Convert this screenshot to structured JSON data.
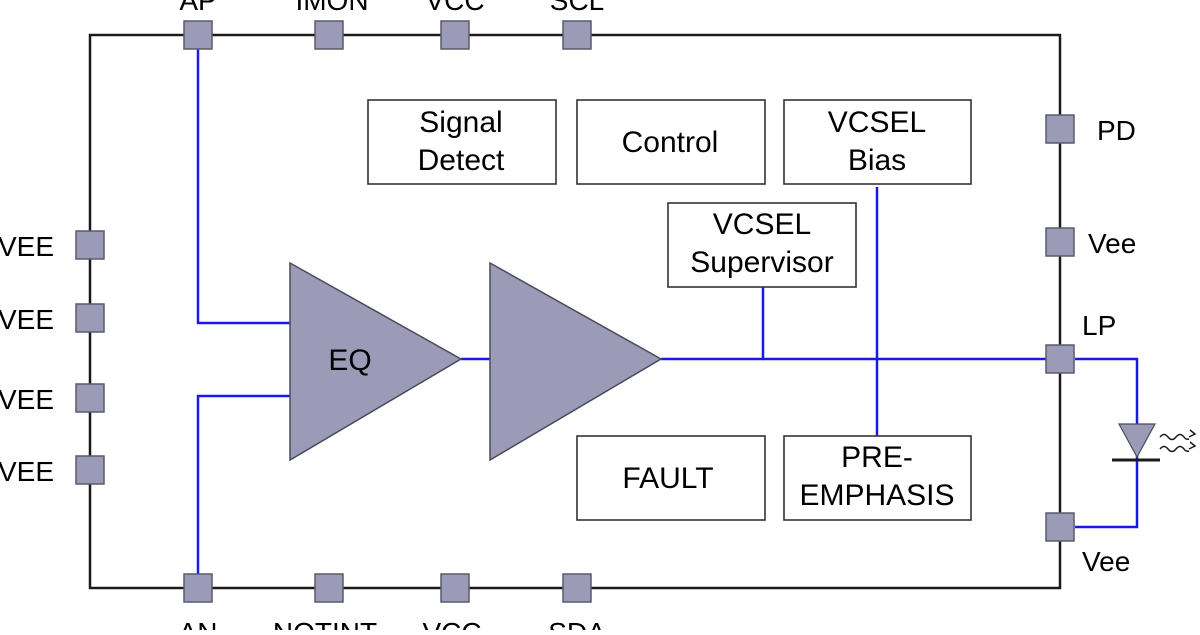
{
  "colors": {
    "pad_fill": "#9b9bb8",
    "wire": "#1a1ae6",
    "amp_fill": "#9b9bb8",
    "outline": "#1a1a1a"
  },
  "pins": {
    "top": [
      "AP",
      "IMON",
      "VCC",
      "SCL"
    ],
    "bottom": [
      "AN",
      "NOTINT",
      "VCC",
      "SDA"
    ],
    "left": [
      "VEE",
      "VEE",
      "VEE",
      "VEE"
    ],
    "right": [
      "PD",
      "Vee",
      "LP",
      "Vee"
    ]
  },
  "blocks": {
    "signal_detect": [
      "Signal",
      "Detect"
    ],
    "control": [
      "Control"
    ],
    "vcsel_bias": [
      "VCSEL",
      "Bias"
    ],
    "vcsel_supervisor": [
      "VCSEL",
      "Supervisor"
    ],
    "fault": [
      "FAULT"
    ],
    "pre_emphasis": [
      "PRE-",
      "EMPHASIS"
    ]
  },
  "amplifiers": {
    "eq_label": "EQ"
  },
  "icons": {
    "laser": "vcsel-laser-diode-icon",
    "emission": "light-emission-icon"
  }
}
